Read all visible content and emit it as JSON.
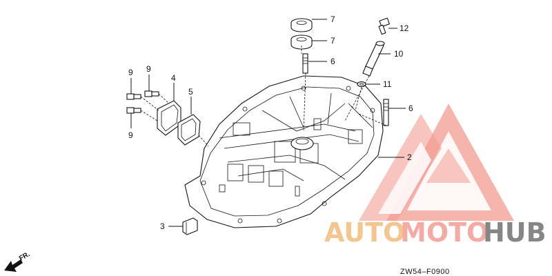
{
  "diagram": {
    "callouts": [
      "7",
      "7",
      "6",
      "12",
      "10",
      "11",
      "6",
      "2",
      "9",
      "9",
      "4",
      "5",
      "9",
      "3"
    ],
    "direction_label": "FR.",
    "drawing_code": "ZW54–F0900"
  },
  "watermark": {
    "part1": "AUTO",
    "part2": "MOTO",
    "part3": "HUB",
    "colors": {
      "auto": "#f2c084",
      "moto": "#f2a39a",
      "hub": "#7a7a7a",
      "triangle": "#f08a7e"
    }
  }
}
